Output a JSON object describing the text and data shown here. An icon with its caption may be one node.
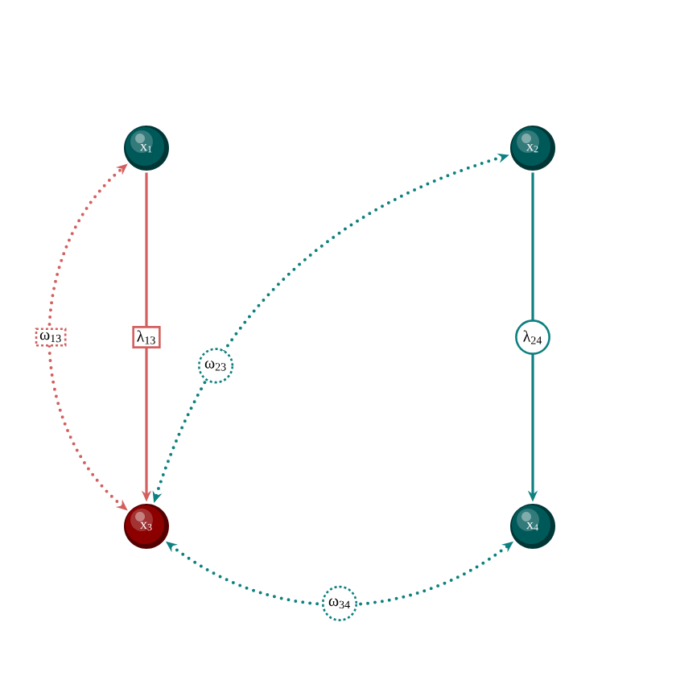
{
  "diagram": {
    "nodes": [
      {
        "text": [
          "x$_{1}$"
        ]
      },
      {
        "text": [
          "x$_{2}$"
        ]
      },
      {
        "text": [
          "x$_{3}$"
        ]
      },
      {
        "text": [
          "x$_{4}$"
        ]
      }
    ],
    "edges": [
      {
        "from": 0,
        "to": 2,
        "arrow": "to",
        "label": "λ$_{13}$",
        "color": "#d35f5f"
      },
      {
        "from": 1,
        "to": 3,
        "arrow": "to",
        "label": "λ$_{24}$"
      },
      {
        "from": 2,
        "to": 0,
        "arrow": "both",
        "label": "ω$_{13}$",
        "style": "dashed",
        "color": "#d35f5f"
      },
      {
        "from": 1,
        "to": 2,
        "arrow": "both",
        "label": "ω$_{23}$",
        "style": "dashed"
      },
      {
        "from": 2,
        "to": 3,
        "arrow": "both",
        "label": "ω$_{34}$",
        "style": "dashed"
      }
    ]
  }
}
